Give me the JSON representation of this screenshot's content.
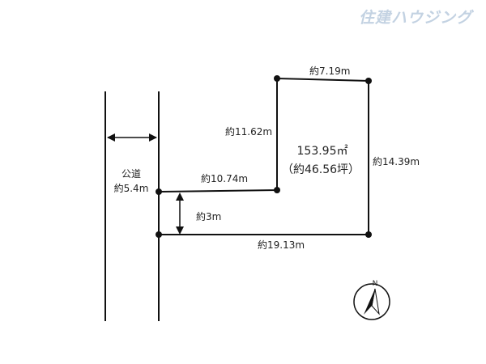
{
  "logo": {
    "text": "住建ハウジング",
    "color": "#c3d2e2"
  },
  "road": {
    "name": "公道",
    "width": "約5.4m"
  },
  "lot": {
    "area_sqm": "153.95㎡",
    "area_tsubo": "（約46.56坪）"
  },
  "dimensions": {
    "top": "約7.19m",
    "upper_left": "約11.62m",
    "right": "約14.39m",
    "middle": "約10.74m",
    "access": "約3m",
    "bottom": "約19.13m"
  },
  "compass": {
    "north": "N",
    "accent": "#111111"
  }
}
